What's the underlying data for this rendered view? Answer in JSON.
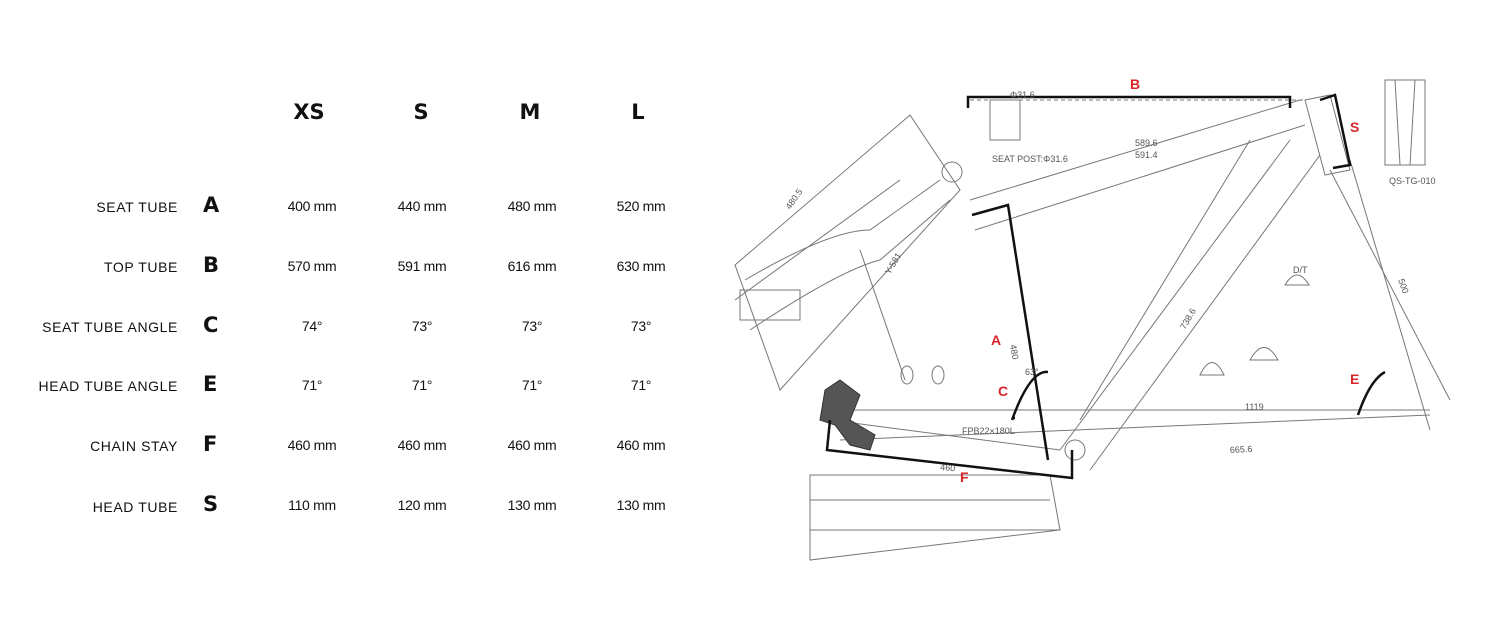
{
  "table": {
    "headers": [
      "XS",
      "S",
      "M",
      "L"
    ],
    "rows": [
      {
        "label": "SEAT TUBE",
        "letter": "A",
        "values": [
          "400 mm",
          "440 mm",
          "480 mm",
          "520 mm"
        ]
      },
      {
        "label": "TOP TUBE",
        "letter": "B",
        "values": [
          "570 mm",
          "591 mm",
          "616 mm",
          "630 mm"
        ]
      },
      {
        "label": "SEAT TUBE ANGLE",
        "letter": "C",
        "values": [
          "74°",
          "73°",
          "73°",
          "73°"
        ]
      },
      {
        "label": "HEAD TUBE ANGLE",
        "letter": "E",
        "values": [
          "71°",
          "71°",
          "71°",
          "71°"
        ]
      },
      {
        "label": "CHAIN STAY",
        "letter": "F",
        "values": [
          "460 mm",
          "460 mm",
          "460 mm",
          "460 mm"
        ]
      },
      {
        "label": "HEAD TUBE",
        "letter": "S",
        "values": [
          "110 mm",
          "120 mm",
          "130 mm",
          "130 mm"
        ]
      }
    ]
  },
  "diagram": {
    "marker_color": "#d8262b",
    "markers": {
      "A": "A",
      "B": "B",
      "C": "C",
      "E": "E",
      "F": "F",
      "S": "S"
    },
    "annotations": {
      "seat_post": "SEAT POST:Φ31.6",
      "tt1": "589.6",
      "tt2": "591.4",
      "fork_len": "480.5",
      "fork_y": "Y-581",
      "seat_tube": "480",
      "down_tube": "738.6",
      "wheelbase": "665.6",
      "chainstay": "460",
      "head_tube": "500",
      "bb_len": "1119",
      "bb_spec": "FPB22×180L",
      "dt_label": "D/T",
      "seat_dia": "Φ31.6",
      "angle_c": "63°",
      "hs_part": "QS-TG-010"
    }
  }
}
